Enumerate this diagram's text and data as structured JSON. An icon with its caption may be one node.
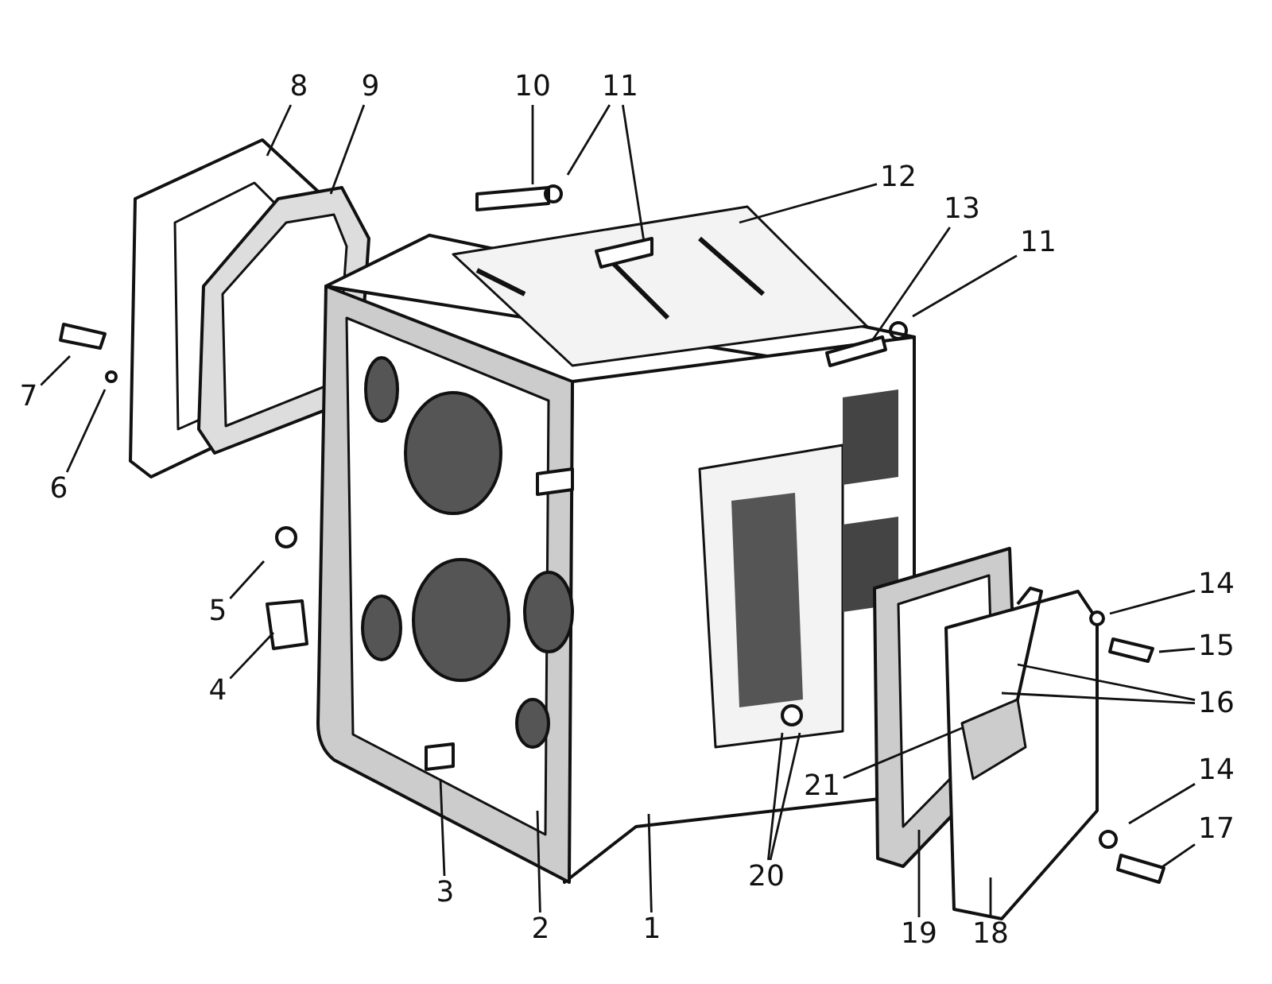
{
  "diagram": {
    "nodes": [
      {
        "text": [
          "8"
        ]
      },
      {
        "text": [
          "9"
        ]
      },
      {
        "text": [
          "10"
        ]
      },
      {
        "text": [
          "11"
        ]
      },
      {
        "text": [
          "12"
        ]
      },
      {
        "text": [
          "13"
        ]
      },
      {
        "text": [
          "11"
        ]
      },
      {
        "text": [
          "7"
        ]
      },
      {
        "text": [
          "6"
        ]
      },
      {
        "text": [
          "5"
        ]
      },
      {
        "text": [
          "14"
        ]
      },
      {
        "text": [
          "15"
        ]
      },
      {
        "text": [
          "4"
        ]
      },
      {
        "text": [
          "16"
        ]
      },
      {
        "text": [
          "14"
        ]
      },
      {
        "text": [
          "21"
        ]
      },
      {
        "text": [
          "17"
        ]
      },
      {
        "text": [
          "3"
        ]
      },
      {
        "text": [
          "2"
        ]
      },
      {
        "text": [
          "1"
        ]
      },
      {
        "text": [
          "20"
        ]
      },
      {
        "text": [
          "19"
        ]
      },
      {
        "text": [
          "18"
        ]
      }
    ],
    "edges": [
      {
        "from": 0,
        "to": null,
        "arrow": "none"
      },
      {
        "from": 1,
        "to": null,
        "arrow": "none"
      },
      {
        "from": 2,
        "to": null,
        "arrow": "none"
      },
      {
        "from": 3,
        "to": null,
        "arrow": "none"
      },
      {
        "from": 3,
        "to": null,
        "arrow": "none"
      },
      {
        "from": 4,
        "to": null,
        "arrow": "none"
      },
      {
        "from": 5,
        "to": null,
        "arrow": "none"
      },
      {
        "from": 6,
        "to": null,
        "arrow": "none"
      },
      {
        "from": 7,
        "to": null,
        "arrow": "none"
      },
      {
        "from": 8,
        "to": null,
        "arrow": "none"
      },
      {
        "from": 9,
        "to": null,
        "arrow": "none"
      },
      {
        "from": 10,
        "to": null,
        "arrow": "none"
      },
      {
        "from": 11,
        "to": null,
        "arrow": "none"
      },
      {
        "from": 12,
        "to": null,
        "arrow": "none"
      },
      {
        "from": 13,
        "to": null,
        "arrow": "none"
      },
      {
        "from": 13,
        "to": null,
        "arrow": "none"
      },
      {
        "from": 14,
        "to": null,
        "arrow": "none"
      },
      {
        "from": 15,
        "to": null,
        "arrow": "none"
      },
      {
        "from": 16,
        "to": null,
        "arrow": "none"
      },
      {
        "from": 17,
        "to": null,
        "arrow": "none"
      },
      {
        "from": 18,
        "to": null,
        "arrow": "none"
      },
      {
        "from": 19,
        "to": null,
        "arrow": "none"
      },
      {
        "from": 20,
        "to": null,
        "arrow": "none"
      },
      {
        "from": 20,
        "to": null,
        "arrow": "none"
      },
      {
        "from": 21,
        "to": null,
        "arrow": "none"
      },
      {
        "from": 22,
        "to": null,
        "arrow": "none"
      }
    ]
  }
}
